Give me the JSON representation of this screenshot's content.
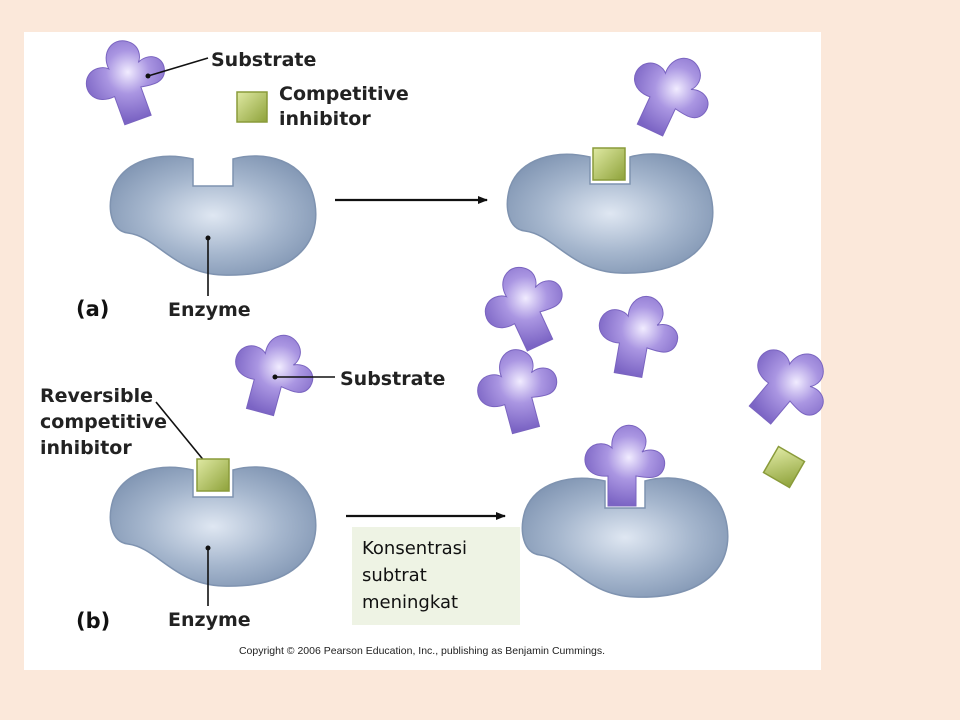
{
  "colors": {
    "background": "#fbe8da",
    "enzyme": "#8fa4c0",
    "substrate": "#9b87d9",
    "inhibitor": "#a8bd4a"
  },
  "panel_a": {
    "tag": "(a)",
    "substrate_label": "Substrate",
    "inhibitor_label_line1": "Competitive",
    "inhibitor_label_line2": "inhibitor",
    "enzyme_label": "Enzyme"
  },
  "panel_b": {
    "tag": "(b)",
    "substrate_label": "Substrate",
    "inhibitor_label_line1": "Reversible",
    "inhibitor_label_line2": "competitive",
    "inhibitor_label_line3": "inhibitor",
    "enzyme_label": "Enzyme"
  },
  "note": {
    "line1": "Konsentrasi",
    "line2": "subtrat",
    "line3": "meningkat"
  },
  "copyright": "Copyright © 2006 Pearson Education, Inc., publishing as Benjamin Cummings."
}
